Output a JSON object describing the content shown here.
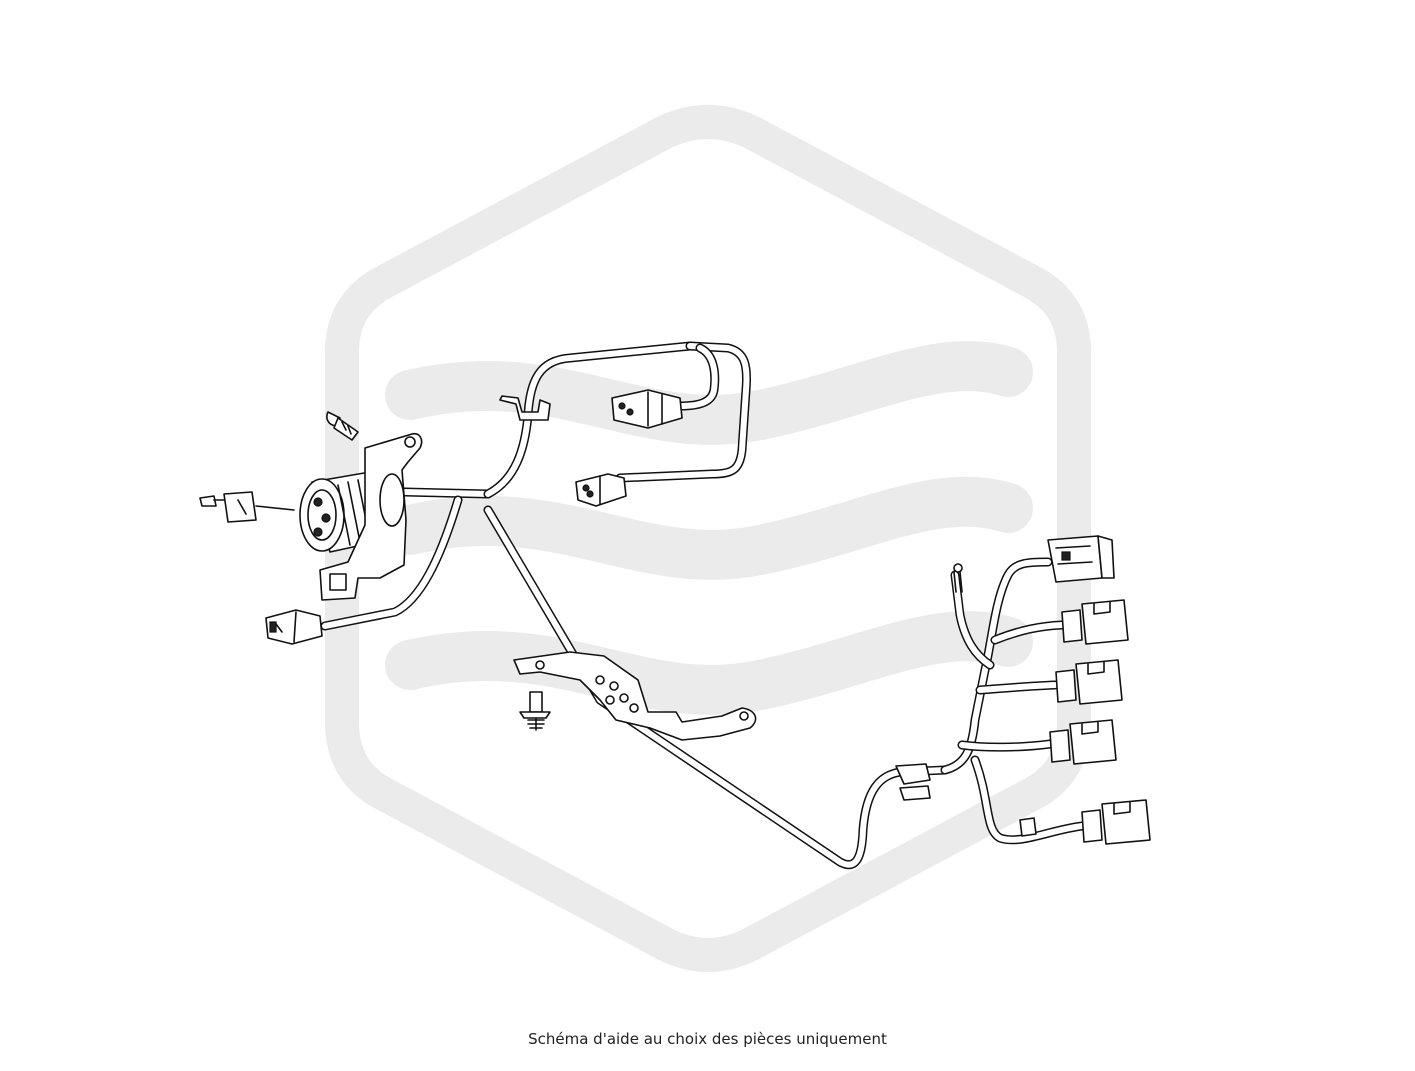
{
  "caption": "Schéma d'aide au choix des pièces uniquement",
  "colors": {
    "watermark": "#ebebeb",
    "line": "#111111",
    "background": "#ffffff",
    "caption": "#222222"
  },
  "watermark": {
    "type": "brand-logo",
    "shape": "rounded-hexagon-with-wave-stripes"
  },
  "parts": [
    "wiring-harness",
    "grommet",
    "mounting-bracket",
    "self-tapping-screw",
    "plug-connector",
    "sensor-connector",
    "retaining-clip",
    "harness-support-bracket",
    "fir-tree-clip",
    "injector-connector",
    "ground-ring-terminal"
  ]
}
